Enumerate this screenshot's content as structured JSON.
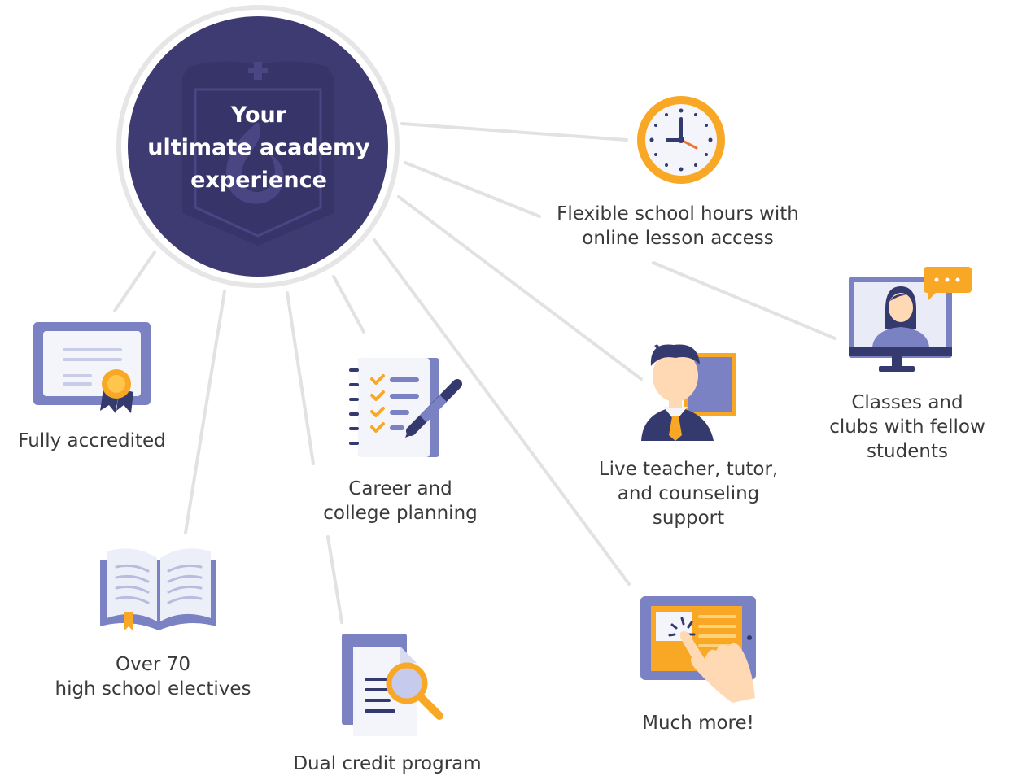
{
  "hub": {
    "title_lines": [
      "Your",
      "ultimate academy",
      "experience"
    ]
  },
  "features": [
    {
      "id": "accredited",
      "icon": "certificate-icon",
      "lines": [
        "Fully accredited"
      ]
    },
    {
      "id": "electives",
      "icon": "open-book-icon",
      "lines": [
        "Over 70",
        "high school electives"
      ]
    },
    {
      "id": "dual-credit",
      "icon": "document-search-icon",
      "lines": [
        "Dual credit program"
      ]
    },
    {
      "id": "career",
      "icon": "checklist-icon",
      "lines": [
        "Career and",
        "college planning"
      ]
    },
    {
      "id": "more",
      "icon": "tablet-touch-icon",
      "lines": [
        "Much more!"
      ]
    },
    {
      "id": "teacher",
      "icon": "teacher-icon",
      "lines": [
        "Live teacher, tutor,",
        "and counseling",
        "support"
      ]
    },
    {
      "id": "hours",
      "icon": "clock-icon",
      "lines": [
        "Flexible school hours with",
        "online lesson access"
      ]
    },
    {
      "id": "classes",
      "icon": "video-chat-icon",
      "lines": [
        "Classes and",
        "clubs with fellow",
        "students"
      ]
    }
  ],
  "colors": {
    "hub_fill": "#3e3b73",
    "hub_ring": "#e6e6e6",
    "connector": "#e2e2e2",
    "accent_orange": "#f9a825",
    "accent_purple": "#7b82c4",
    "dark_navy": "#353a6e",
    "text": "#3a3a3a"
  }
}
